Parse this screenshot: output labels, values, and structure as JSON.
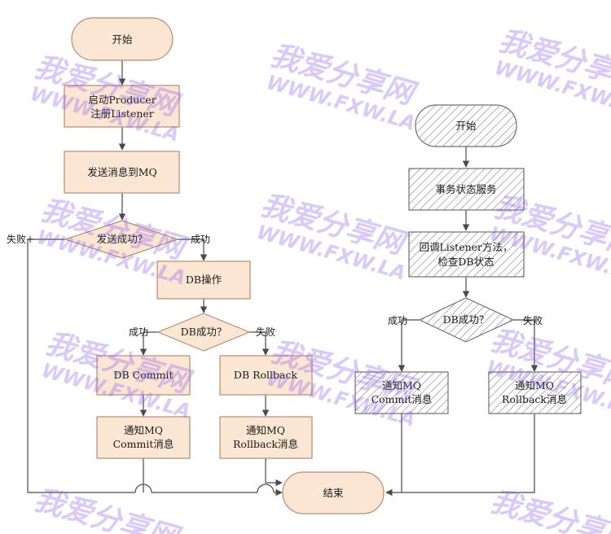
{
  "colors": {
    "fill": "#fbe6d4",
    "border": "#b88d70",
    "line": "#4a4a4a",
    "hatch": "#9a9a9a",
    "watermark": "#8a5cf0"
  },
  "left_flow": {
    "start": "开始",
    "step1_line1": "启动Producer",
    "step1_line2": "注册Listener",
    "step2": "发送消息到MQ",
    "decision1": "发送成功？",
    "decision1_fail": "失败+",
    "decision1_success": "成功",
    "db_op": "DB操作",
    "decision2": "DB成功？",
    "decision2_success": "成功",
    "decision2_fail": "失败",
    "commit": "DB Commit",
    "rollback": "DB Rollback",
    "notify_commit_line1": "通知MQ",
    "notify_commit_line2": "Commit消息",
    "notify_rollback_line1": "通知MQ",
    "notify_rollback_line2": "Rollback消息"
  },
  "right_flow": {
    "start": "开始",
    "service": "事务状态服务",
    "callback_line1": "回调Listener方法，",
    "callback_line2": "检查DB状态",
    "decision": "DB成功？",
    "decision_success": "成功",
    "decision_fail": "失败",
    "notify_commit_line1": "通知MQ",
    "notify_commit_line2": "Commit消息",
    "notify_rollback_line1": "通知MQ",
    "notify_rollback_line2": "Rollback消息"
  },
  "end": "结束",
  "watermark": {
    "brand": "我爱分享网",
    "url": "WWW.FXW.LA"
  }
}
